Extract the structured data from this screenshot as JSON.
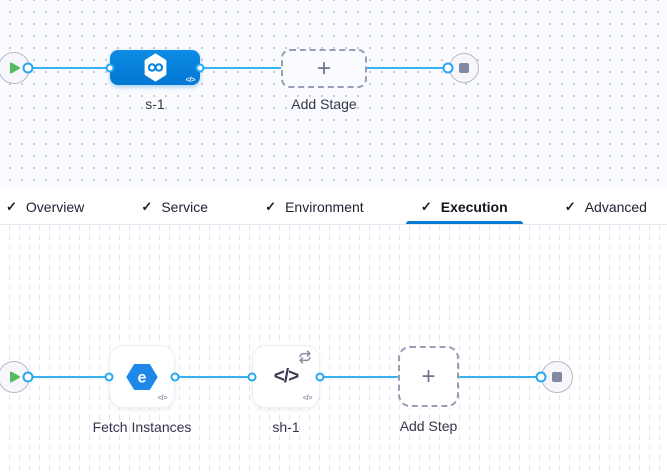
{
  "stage_graph": {
    "stage_label": "s-1",
    "add_stage_label": "Add Stage"
  },
  "tab_bar": {
    "active_tab": "Execution",
    "tabs": [
      {
        "label": "Overview",
        "checked": true,
        "active": false
      },
      {
        "label": "Service",
        "checked": true,
        "active": false
      },
      {
        "label": "Environment",
        "checked": true,
        "active": false
      },
      {
        "label": "Execution",
        "checked": true,
        "active": true
      },
      {
        "label": "Advanced",
        "checked": true,
        "active": false
      }
    ]
  },
  "execution_graph": {
    "step1_label": "Fetch Instances",
    "step2_label": "sh-1",
    "add_step_label": "Add Step"
  },
  "glyphs": {
    "check": "✓",
    "plus": "+",
    "code": "</>",
    "shell": "</>"
  },
  "colors": {
    "edge_blue": "#38b0f1",
    "stage_blue": "#0277d2",
    "tab_underline_blue": "#0278d5",
    "play_green": "#55b95f",
    "stop_gray": "#8487a3"
  }
}
